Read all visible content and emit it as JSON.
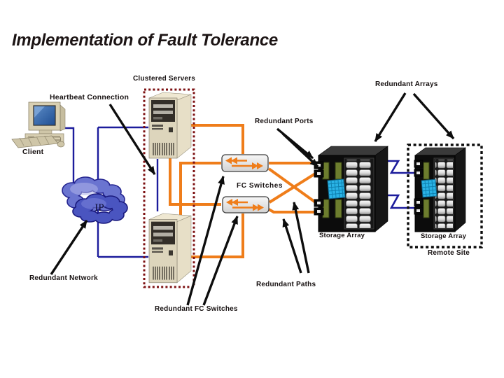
{
  "slide": {
    "title": "Implementation of Fault Tolerance"
  },
  "labels": {
    "clustered_servers": "Clustered Servers",
    "redundant_arrays": "Redundant Arrays",
    "heartbeat_connection": "Heartbeat Connection",
    "redundant_ports": "Redundant Ports",
    "client": "Client",
    "fc_switches": "FC Switches",
    "ip": "IP",
    "storage_array_main": "Storage Array",
    "storage_array_remote": "Storage Array",
    "remote_site": "Remote Site",
    "redundant_network": "Redundant Network",
    "redundant_paths": "Redundant Paths",
    "redundant_fc_switches": "Redundant FC Switches"
  },
  "colors": {
    "connection_orange": "#ef7d1a",
    "connection_navy": "#1c1c9c",
    "annotation_black": "#0d0d0d",
    "cluster_box_maroon": "#7d1012",
    "remote_box_black": "#0b0b0b",
    "cloud_blue": "#4a55c0",
    "switch_gray": "#e9e9e9",
    "module_green": "#6d7d2e",
    "panel_cyan": "#2ab3e6",
    "server_beige": "#ddd5bc"
  }
}
